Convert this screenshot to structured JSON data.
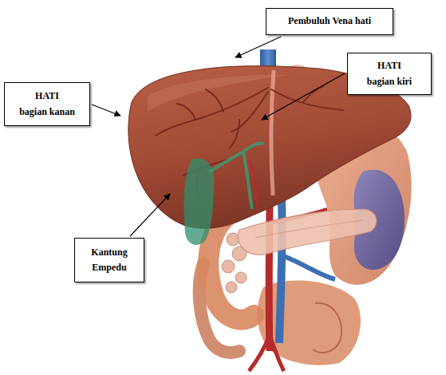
{
  "diagram": {
    "nodes": [
      {
        "text": [
          "Pembuluh Vena hati"
        ]
      },
      {
        "text": [
          "HATI",
          "bagian kiri"
        ]
      },
      {
        "text": [
          "HATI",
          "bagian kanan"
        ]
      },
      {
        "text": [
          "Kantung Empedu"
        ]
      }
    ]
  }
}
